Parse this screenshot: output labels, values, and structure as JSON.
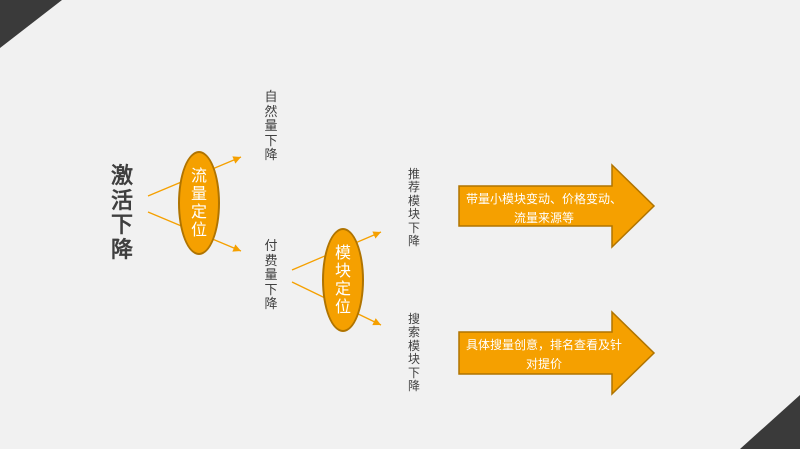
{
  "title": "激活下降",
  "level1": {
    "label": "流量定位"
  },
  "branch_natural": {
    "label": "自然量下降"
  },
  "branch_paid": {
    "label": "付费量下降"
  },
  "level2": {
    "label": "模块定位"
  },
  "branch_recommend": {
    "label": "推荐模块下降"
  },
  "branch_search": {
    "label": "搜索模块下降"
  },
  "action_recommend": {
    "text": "带量小模块变动、价格变动、流量来源等"
  },
  "action_search": {
    "text": "具体搜量创意，排名查看及针对提价"
  },
  "colors": {
    "accent": "#f5a000",
    "accent_border": "#b07400",
    "text": "#404040",
    "corner": "#3a3a3a"
  }
}
